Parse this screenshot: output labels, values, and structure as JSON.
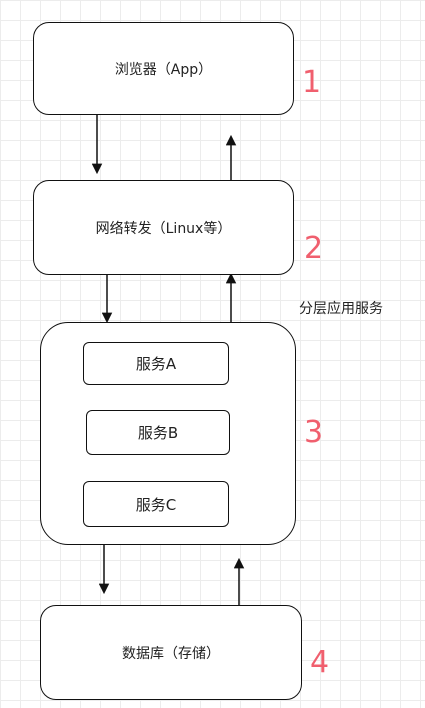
{
  "layers": [
    {
      "label": "浏览器（App）",
      "number": "1"
    },
    {
      "label": "网络转发（Linux等）",
      "number": "2"
    },
    {
      "label": "",
      "number": "3"
    },
    {
      "label": "数据库（存储）",
      "number": "4"
    }
  ],
  "services": [
    "服务A",
    "服务B",
    "服务C"
  ],
  "annotation": "分层应用服务",
  "colors": {
    "number": "#f05f6e",
    "stroke": "#111111",
    "grid": "#ececec"
  }
}
